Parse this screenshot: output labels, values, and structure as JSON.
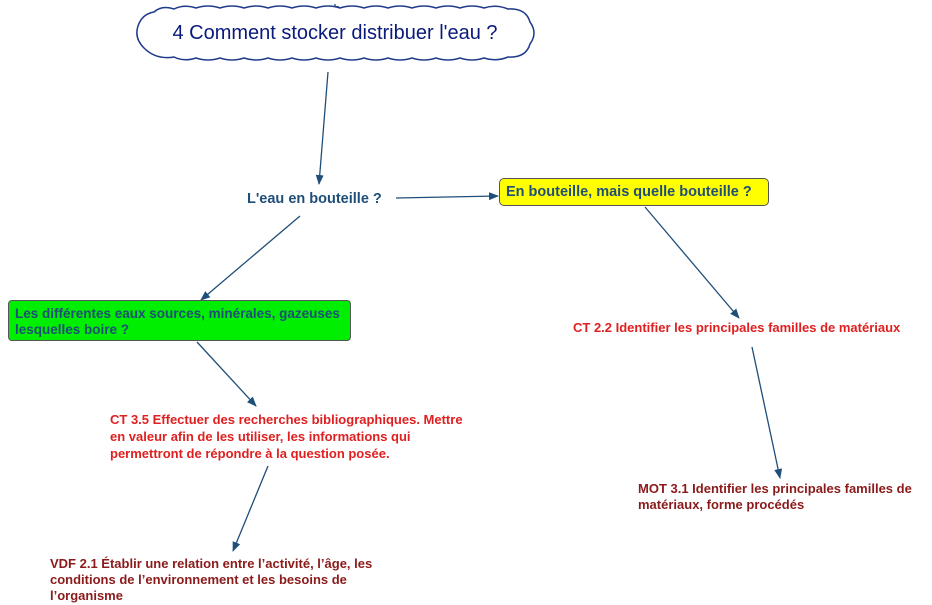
{
  "title": "4 Comment stocker distribuer l'eau ?",
  "nodes": {
    "bottle_question": "L'eau en bouteille ?",
    "which_bottle": "En bouteille, mais quelle bouteille ?",
    "different_waters": "Les différentes eaux sources, minérales, gazeuses lesquelles boire ?",
    "ct_2_2": "CT 2.2  Identifier les principales familles de matériaux",
    "ct_3_5": "CT 3.5 Effectuer des recherches bibliographiques. Mettre en valeur afin de les utiliser, les informations qui permettront de répondre à la question posée.",
    "mot_3_1": "MOT 3.1 Identifier les principales familles de matériaux, forme procédés",
    "vdf_2_1": "VDF 2.1 Établir une relation entre l’activité, l’âge, les conditions de l’environnement et les besoins de l’organisme"
  },
  "colors": {
    "title_text": "#0a1a7a",
    "question_text": "#1f4e79",
    "skill_red": "#e02020",
    "skill_dark_red": "#8b1a1a",
    "yellow_box": "#ffff00",
    "green_box": "#00ee00",
    "arrow": "#1f4e79"
  }
}
